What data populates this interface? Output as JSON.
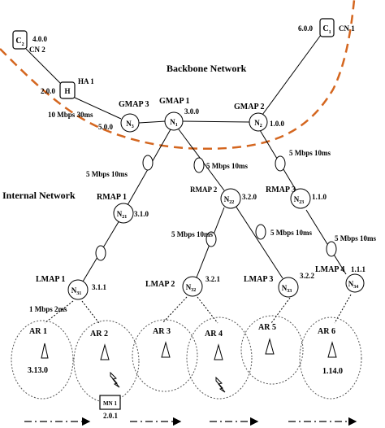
{
  "titles": {
    "backbone": "Backbone Network",
    "internal": "Internal Network"
  },
  "colors": {
    "boundary": "#d4661f",
    "line": "#000000",
    "cell": "#555555"
  },
  "nodes": {
    "c2": {
      "main": "C",
      "sub": "2",
      "addr": "4.0.0",
      "role": "CN 2"
    },
    "c1": {
      "main": "C",
      "sub": "1",
      "addr": "6.0.0",
      "role": "CN 1"
    },
    "h": {
      "main": "H",
      "addr": "2.0.0",
      "role": "HA 1"
    },
    "n3": {
      "main": "N",
      "sub": "3",
      "addr": "5.0.0",
      "role": "GMAP 3"
    },
    "n1": {
      "main": "N",
      "sub": "1",
      "addr": "3.0.0",
      "role": "GMAP 1"
    },
    "n2": {
      "main": "N",
      "sub": "2",
      "addr": "1.0.0",
      "role": "GMAP 2"
    },
    "n21": {
      "main": "N",
      "sub": "21",
      "addr": "3.1.0",
      "role": "RMAP 1"
    },
    "n22": {
      "main": "N",
      "sub": "22",
      "addr": "3.2.0",
      "role": "RMAP 2"
    },
    "n23": {
      "main": "N",
      "sub": "23",
      "addr": "1.1.0",
      "role": "RMAP 3"
    },
    "n31": {
      "main": "N",
      "sub": "31",
      "addr": "3.1.1",
      "role": "LMAP 1"
    },
    "n32": {
      "main": "N",
      "sub": "32",
      "addr": "3.2.1",
      "role": "LMAP 2"
    },
    "n33": {
      "main": "N",
      "sub": "33",
      "addr": "3.2.2",
      "role": "LMAP 3"
    },
    "n34": {
      "main": "N",
      "sub": "34",
      "addr": "1.1.1",
      "role": "LMAP 4"
    },
    "mn1": {
      "main": "MN 1",
      "addr": "2.0.1"
    }
  },
  "links": {
    "backbone": "10 Mbps 30ms",
    "l1": "5 Mbps 10ms",
    "l2": "5 Mbps 10ms",
    "l3": "5 Mbps 10ms",
    "l4": "5 Mbps 10ms",
    "l5": "5 Mbps 10ms",
    "l6": "5 Mbps 10ms",
    "access": "1 Mbps 2ms"
  },
  "cells": {
    "ar1": {
      "label": "AR 1",
      "addr": "3.13.0"
    },
    "ar2": {
      "label": "AR 2"
    },
    "ar3": {
      "label": "AR 3"
    },
    "ar4": {
      "label": "AR 4"
    },
    "ar5": {
      "label": "AR 5"
    },
    "ar6": {
      "label": "AR 6",
      "addr": "1.14.0"
    }
  }
}
